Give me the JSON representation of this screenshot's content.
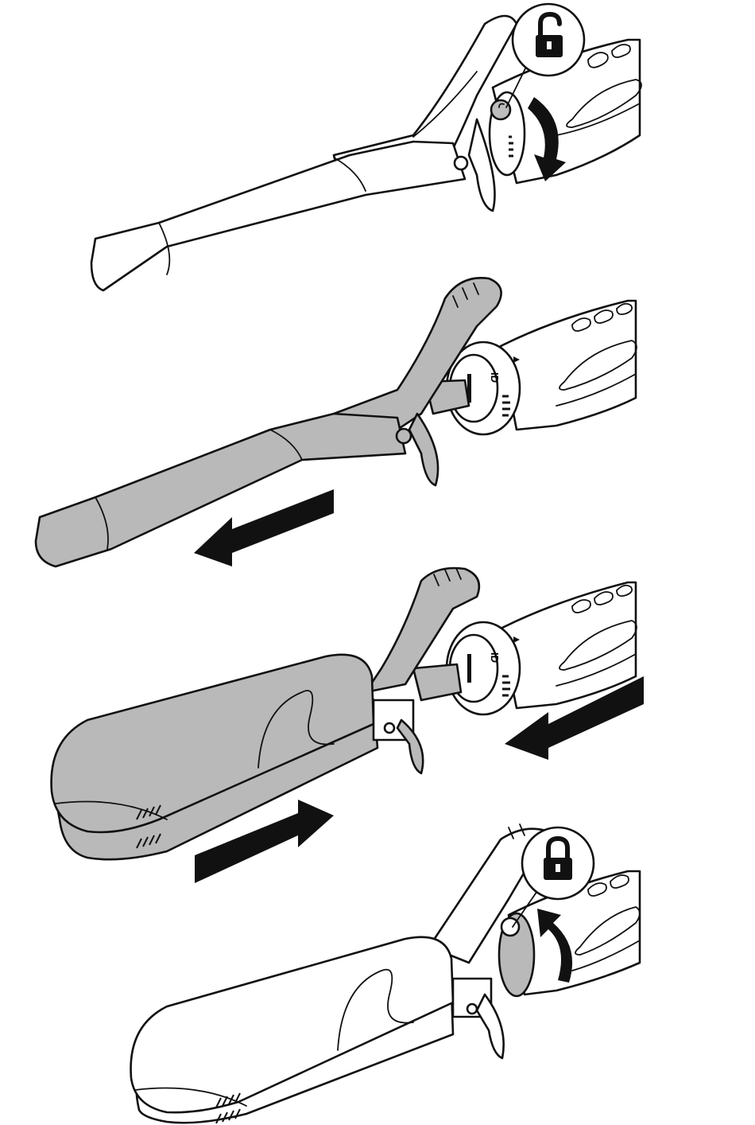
{
  "colors": {
    "outline": "#111111",
    "part_fill": "#b9b9b9",
    "handle_fill": "#ffffff",
    "arrow_fill": "#111111",
    "background": "#ffffff"
  },
  "steps": [
    {
      "id": "unlock",
      "icon": "unlock-icon",
      "action": "rotate-ring-to-unlock"
    },
    {
      "id": "remove-barrel",
      "icon": "arrow-left-icon",
      "action": "pull-barrel-off"
    },
    {
      "id": "attach-brush",
      "icon": "arrow-left-right-icon",
      "action": "push-attachment-on"
    },
    {
      "id": "lock",
      "icon": "lock-icon",
      "action": "rotate-ring-to-lock"
    }
  ]
}
